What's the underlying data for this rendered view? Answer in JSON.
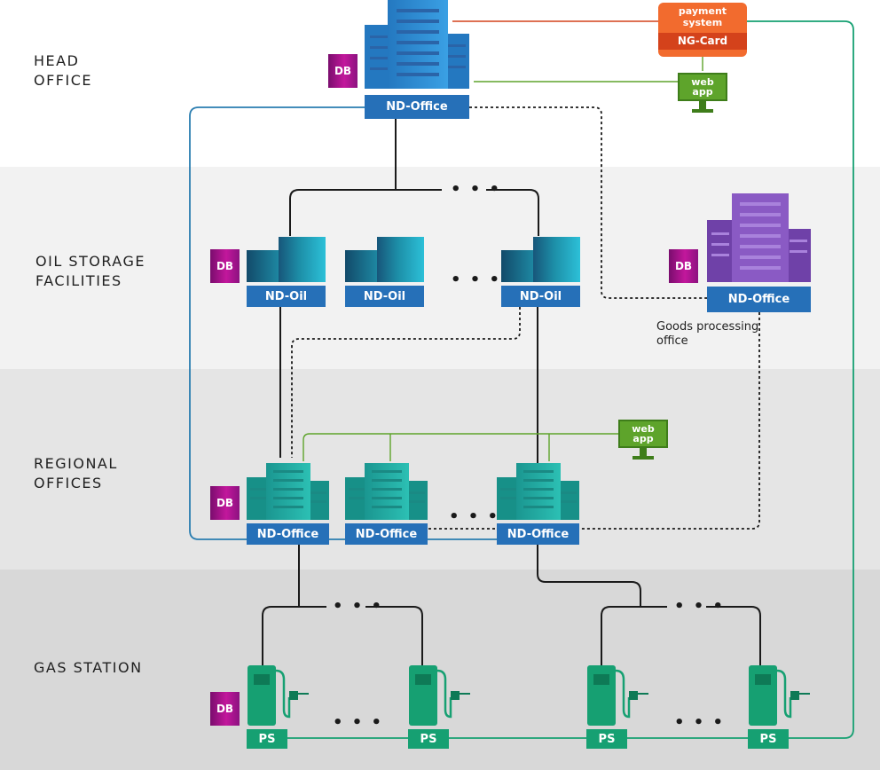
{
  "bands": [
    {
      "id": "head",
      "label": "HEAD\nOFFICE",
      "color": "#ffffff"
    },
    {
      "id": "oil",
      "label": "OIL STORAGE\nFACILITIES",
      "color": "#f2f2f2"
    },
    {
      "id": "regional",
      "label": "REGIONAL\nOFFICES",
      "color": "#e5e5e5"
    },
    {
      "id": "gas",
      "label": "GAS STATION",
      "color": "#d8d8d8"
    }
  ],
  "nodes": {
    "head_office": "ND-Office",
    "goods_office": "ND-Office",
    "oil_1": "ND-Oil",
    "oil_2": "ND-Oil",
    "oil_3": "ND-Oil",
    "regional_1": "ND-Office",
    "regional_2": "ND-Office",
    "regional_3": "ND-Office",
    "ps_1": "PS",
    "ps_2": "PS",
    "ps_3": "PS",
    "ps_4": "PS"
  },
  "db_label": "DB",
  "ellipsis": "• • •",
  "payment_system": {
    "title": "payment\nsystem",
    "subtitle": "NG-Card"
  },
  "web_app_label": "web\napp",
  "goods_processing_note": "Goods processing\noffice",
  "colors": {
    "head_office": "#2d8fd6",
    "oil_facility": "#1c9cb8",
    "goods_office": "#8a5ac4",
    "regional_office": "#22a8a0",
    "gas_pump": "#16a072",
    "label_blue": "#2670b8",
    "db": "#b0148c",
    "web_app": "#5ea42b",
    "payment": "#f26b2e",
    "line_blue": "#2a7db0",
    "line_green": "#16a072",
    "line_web": "#5ea42b",
    "line_red": "#d4421b"
  }
}
